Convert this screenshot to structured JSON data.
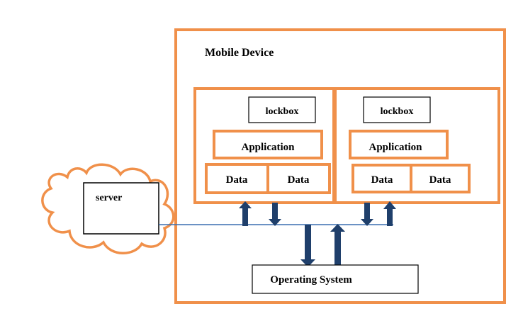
{
  "colors": {
    "frame": "#F0904A",
    "arrow": "#1F3F6B",
    "line": "#3A6FB0",
    "box_border": "#000000",
    "text": "#000000"
  },
  "labels": {
    "device": "Mobile Device",
    "server": "server",
    "os": "Operating System",
    "left_app": {
      "lockbox": "lockbox",
      "application": "Application",
      "data_1": "Data",
      "data_2": "Data"
    },
    "right_app": {
      "lockbox": "lockbox",
      "application": "Application",
      "data_1": "Data",
      "data_2": "Data"
    }
  }
}
